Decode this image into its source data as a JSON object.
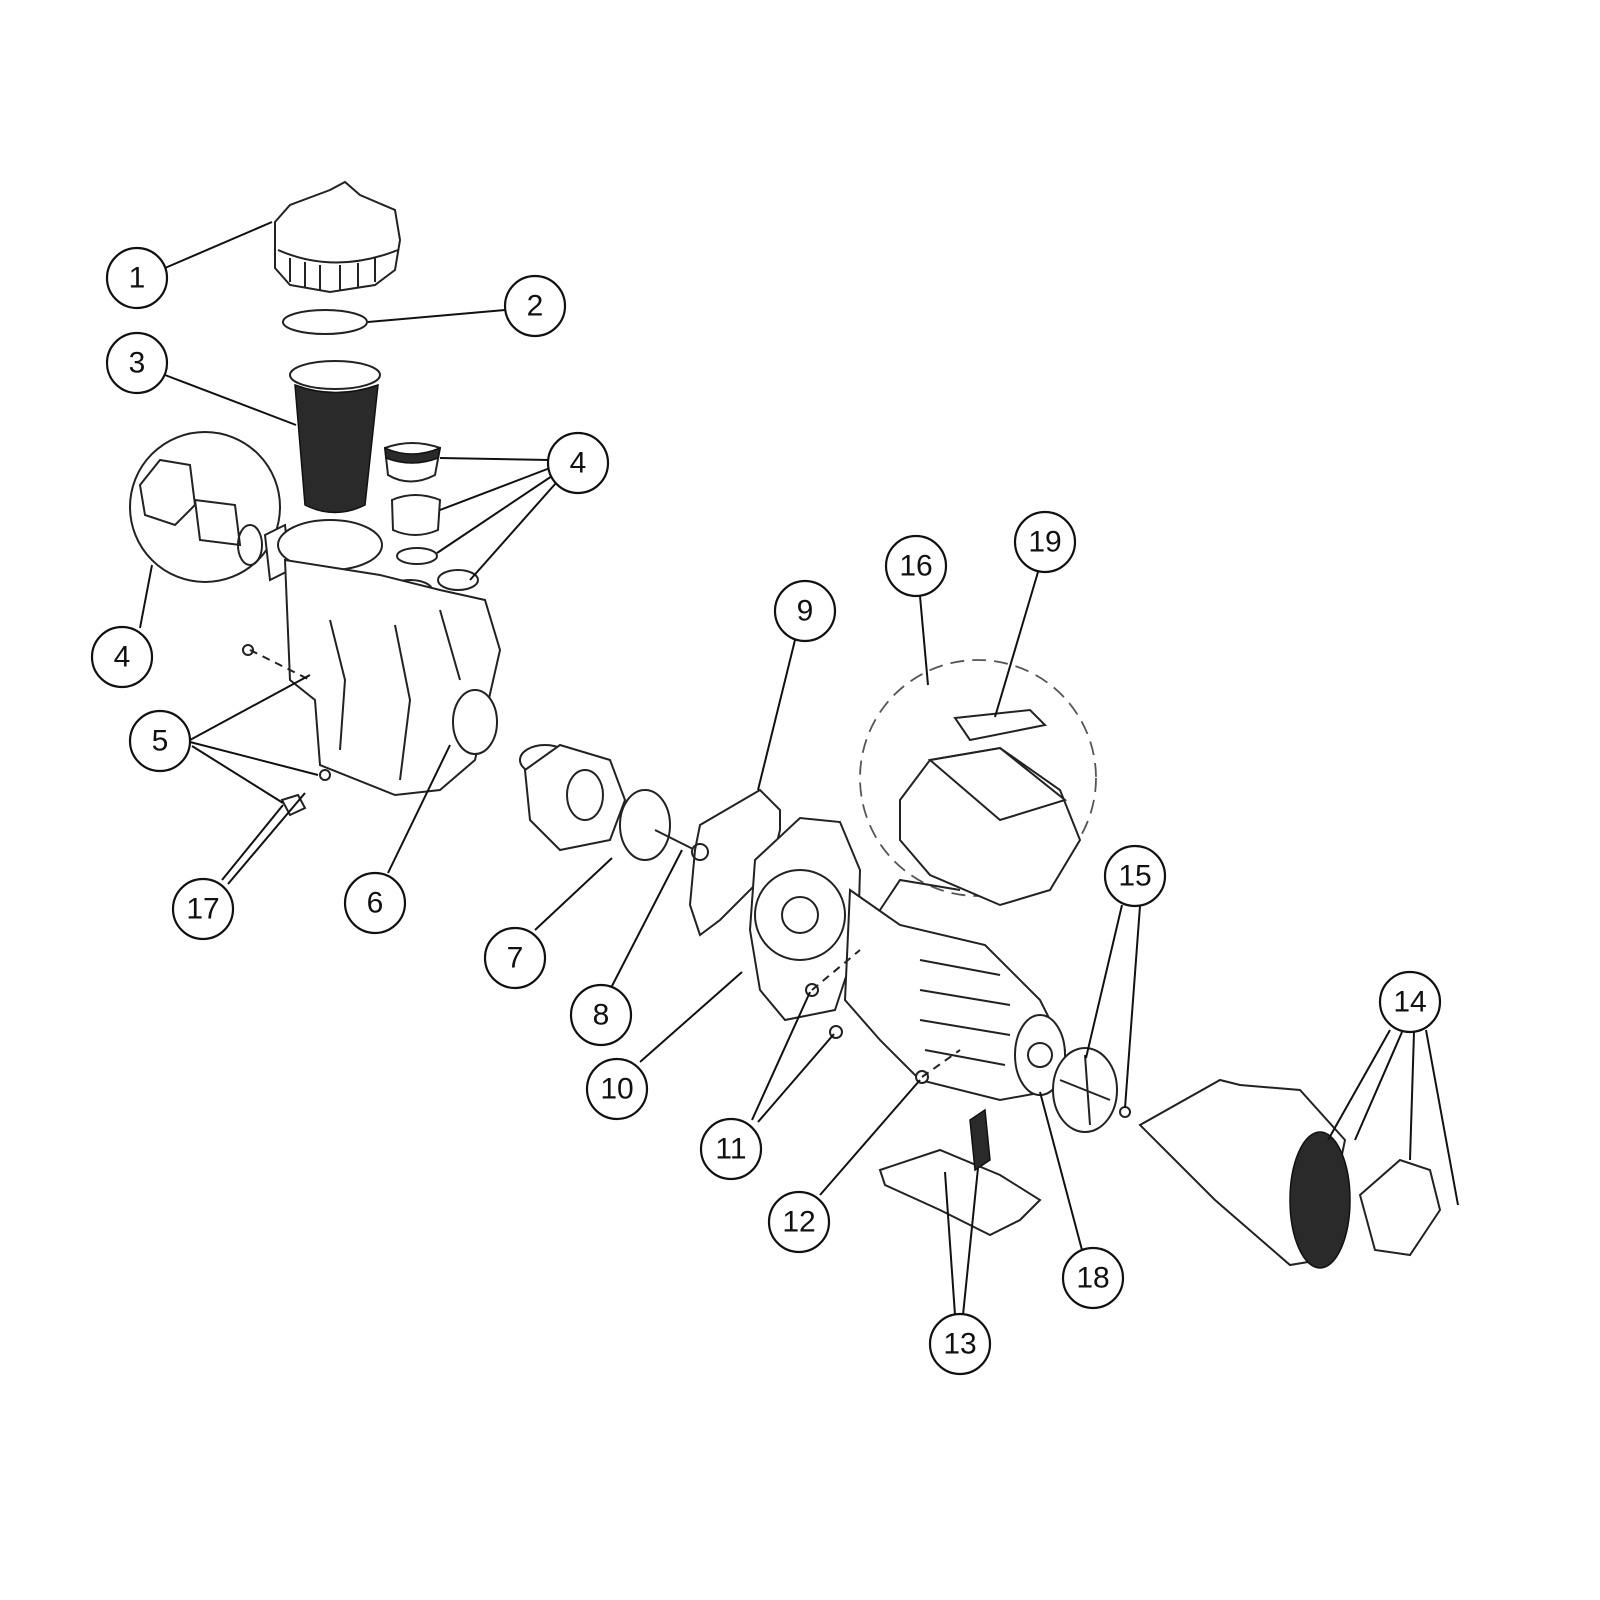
{
  "diagram": {
    "title": "Pump exploded parts diagram",
    "callouts": [
      {
        "id": "c1",
        "label": "1"
      },
      {
        "id": "c2",
        "label": "2"
      },
      {
        "id": "c3",
        "label": "3"
      },
      {
        "id": "c4a",
        "label": "4"
      },
      {
        "id": "c4b",
        "label": "4"
      },
      {
        "id": "c5",
        "label": "5"
      },
      {
        "id": "c6",
        "label": "6"
      },
      {
        "id": "c7",
        "label": "7"
      },
      {
        "id": "c8",
        "label": "8"
      },
      {
        "id": "c9",
        "label": "9"
      },
      {
        "id": "c10",
        "label": "10"
      },
      {
        "id": "c11",
        "label": "11"
      },
      {
        "id": "c12",
        "label": "12"
      },
      {
        "id": "c13",
        "label": "13"
      },
      {
        "id": "c14",
        "label": "14"
      },
      {
        "id": "c15",
        "label": "15"
      },
      {
        "id": "c16",
        "label": "16"
      },
      {
        "id": "c17",
        "label": "17"
      },
      {
        "id": "c18",
        "label": "18"
      },
      {
        "id": "c19",
        "label": "19"
      }
    ]
  }
}
